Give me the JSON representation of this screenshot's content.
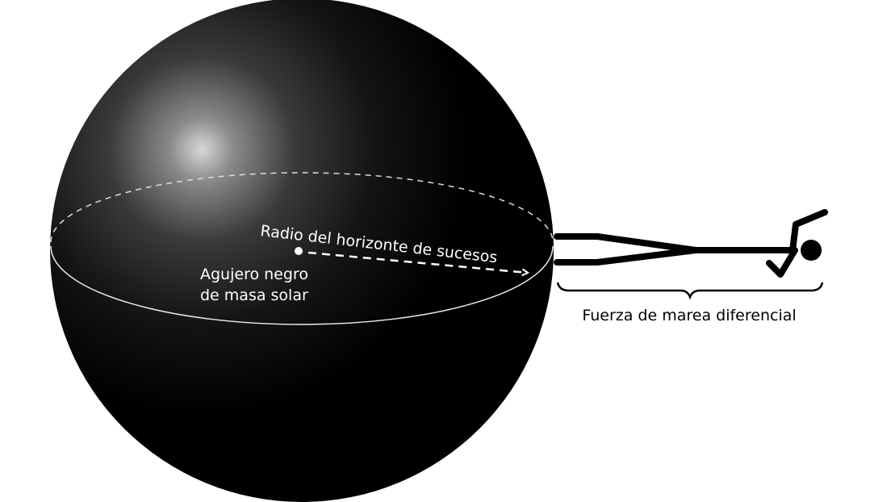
{
  "sphere": {
    "label_line1": "Agujero negro",
    "label_line2": "de masa solar",
    "radius_label": "Radio del horizonte de sucesos"
  },
  "person": {
    "brace_label": "Fuerza de marea diferencial"
  },
  "colors": {
    "sphere_dark": "#000000",
    "sphere_highlight": "#d8d8d8",
    "annotation": "#ffffff",
    "figure": "#000000"
  }
}
